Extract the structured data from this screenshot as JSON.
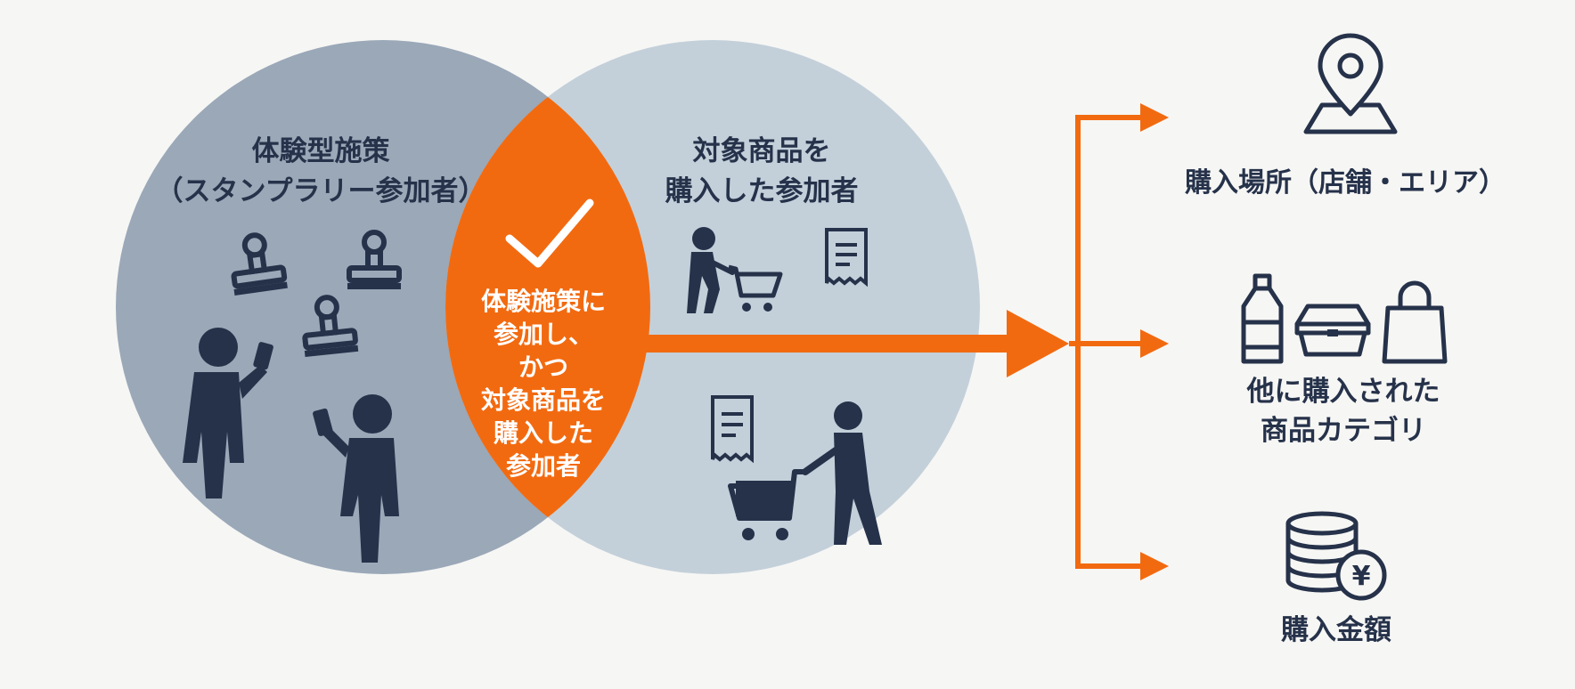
{
  "left_circle": {
    "title_lines": [
      "体験型施策",
      "（スタンプラリー参加者）"
    ],
    "icons": [
      "stamp-icon",
      "stamp-icon",
      "stamp-icon",
      "person-with-phone-icon",
      "person-with-phone-icon"
    ]
  },
  "right_circle": {
    "title_lines": [
      "対象商品を",
      "購入した参加者"
    ],
    "icons": [
      "person-with-cart-icon",
      "receipt-icon",
      "receipt-icon",
      "person-with-cart-icon"
    ]
  },
  "intersection": {
    "icon": "checkmark-icon",
    "text_lines": [
      "体験施策に",
      "参加し、",
      "かつ",
      "対象商品を",
      "購入した",
      "参加者"
    ]
  },
  "outputs": [
    {
      "label_lines": [
        "購入場所（店舗・エリア）"
      ],
      "icon": "location-map-icon"
    },
    {
      "label_lines": [
        "他に購入された",
        "商品カテゴリ"
      ],
      "icons": [
        "bottle-icon",
        "food-container-icon",
        "shopping-bag-icon"
      ]
    },
    {
      "label_lines": [
        "購入金額"
      ],
      "icon": "coins-yen-icon"
    }
  ],
  "colors": {
    "left_circle": "#9aa8b8",
    "right_circle": "#c3d0da",
    "intersection": "#f26a10",
    "icon_dark": "#26324a",
    "arrow": "#f26a10",
    "background": "#f6f6f4"
  }
}
